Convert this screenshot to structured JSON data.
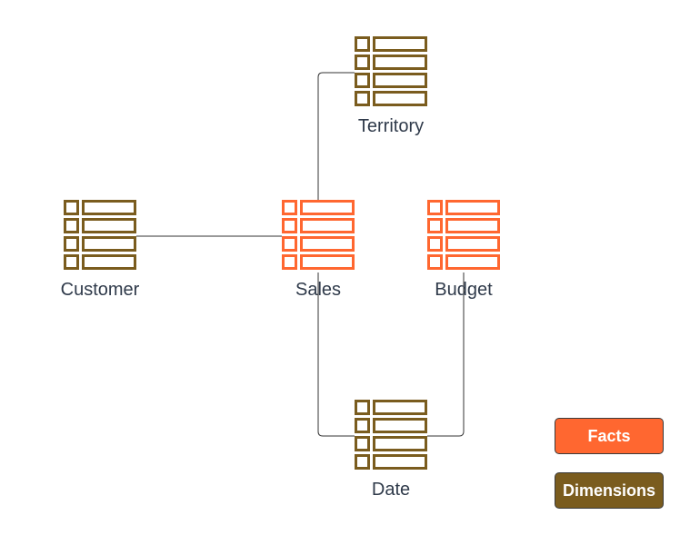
{
  "colors": {
    "facts": "#ff6730",
    "dimensions": "#7a5c1e",
    "connector": "#333333"
  },
  "nodes": [
    {
      "id": "territory",
      "label": "Territory",
      "kind": "dimensions"
    },
    {
      "id": "customer",
      "label": "Customer",
      "kind": "dimensions"
    },
    {
      "id": "sales",
      "label": "Sales",
      "kind": "facts"
    },
    {
      "id": "budget",
      "label": "Budget",
      "kind": "facts"
    },
    {
      "id": "date",
      "label": "Date",
      "kind": "dimensions"
    }
  ],
  "edges": [
    {
      "from": "territory",
      "to": "sales"
    },
    {
      "from": "customer",
      "to": "sales"
    },
    {
      "from": "sales",
      "to": "date"
    },
    {
      "from": "budget",
      "to": "date"
    }
  ],
  "legend": {
    "facts_label": "Facts",
    "dimensions_label": "Dimensions"
  }
}
